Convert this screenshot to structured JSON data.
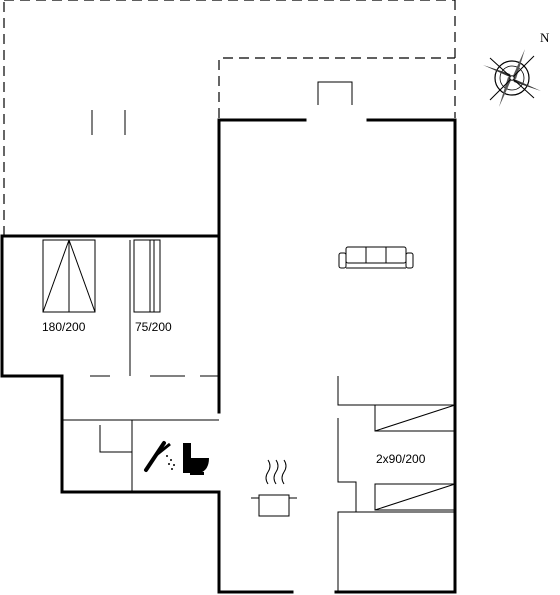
{
  "rooms": {
    "double_bed_label": "180/200",
    "single_bed_label": "75/200",
    "twin_beds_label": "2x90/200"
  },
  "compass": {
    "north_label": "N"
  },
  "icons": [
    "compass-icon",
    "sofa-icon",
    "cooking-pot-icon",
    "shower-icon",
    "toilet-icon",
    "bed-icon"
  ],
  "colors": {
    "line": "#000000",
    "background": "#ffffff"
  }
}
